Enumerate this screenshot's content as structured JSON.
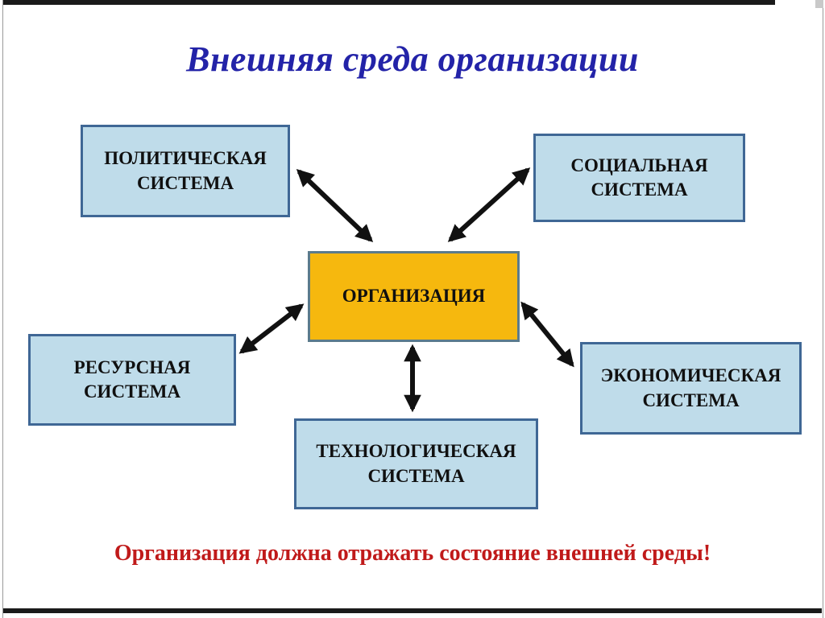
{
  "slide": {
    "title": "Внешняя среда организации",
    "footer": "Организация должна отражать состояние внешней среды!"
  },
  "center": {
    "id": "organization",
    "label": "ОРГАНИЗАЦИЯ"
  },
  "nodes": [
    {
      "id": "political",
      "label": "ПОЛИТИЧЕСКАЯ СИСТЕМА"
    },
    {
      "id": "social",
      "label": "СОЦИАЛЬНАЯ СИСТЕМА"
    },
    {
      "id": "resource",
      "label": "РЕСУРСНАЯ СИСТЕМА"
    },
    {
      "id": "economic",
      "label": "ЭКОНОМИЧЕСКАЯ СИСТЕМА"
    },
    {
      "id": "technological",
      "label": "ТЕХНОЛОГИЧЕСКАЯ СИСТЕМА"
    }
  ],
  "connections": [
    {
      "from": "organization",
      "to": "political",
      "bidirectional": true
    },
    {
      "from": "organization",
      "to": "social",
      "bidirectional": true
    },
    {
      "from": "organization",
      "to": "resource",
      "bidirectional": true
    },
    {
      "from": "organization",
      "to": "economic",
      "bidirectional": true
    },
    {
      "from": "organization",
      "to": "technological",
      "bidirectional": true
    }
  ],
  "colors": {
    "title_text": "#2323a8",
    "footer_text": "#c01a1a",
    "node_fill": "#bfdcea",
    "node_border": "#3f6795",
    "center_fill": "#f6b80e",
    "center_border": "#5b7b8c",
    "arrow": "#111111",
    "frame": "#1a1a1a",
    "background": "#ffffff"
  }
}
